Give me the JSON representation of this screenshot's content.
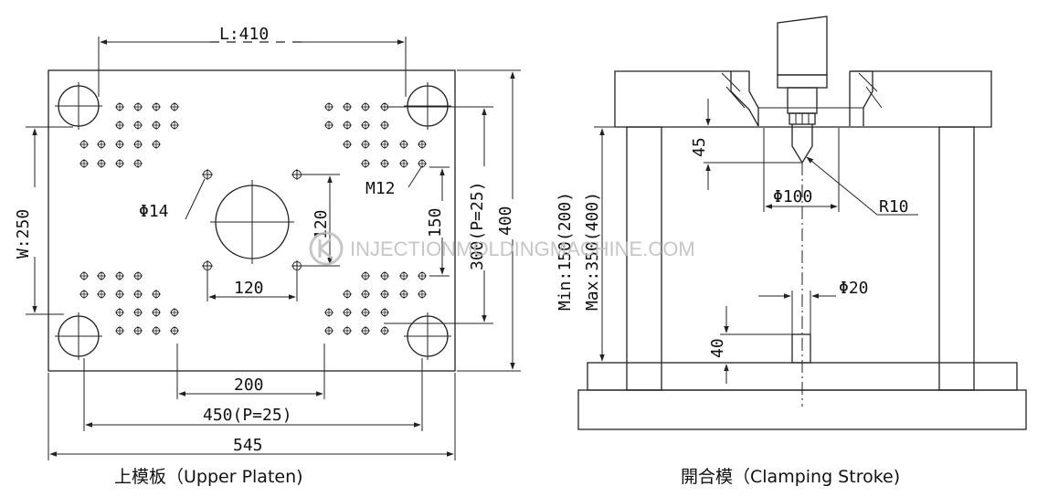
{
  "upper_platen": {
    "caption": "上模板（Upper Platen)",
    "tie_bar_distance_horizontal": "L:410",
    "tie_bar_distance_vertical": "W:250",
    "platen_width": "545",
    "platen_height": "400",
    "hole_pitch_horizontal": "450(P=25)",
    "hole_pitch_vertical": "300(P=25)",
    "inner_span_horizontal": "200",
    "inner_span_vertical": "150",
    "locating_ring_spacing_h": "120",
    "locating_ring_spacing_v": "120",
    "small_hole_diameter": "Φ14",
    "thread_size": "M12"
  },
  "clamping_stroke": {
    "caption": "開合模（Clamping Stroke)",
    "nozzle_depth": "45",
    "locating_ring_diameter": "Φ100",
    "nozzle_radius": "R10",
    "stroke_min": "Min:150(200)",
    "stroke_max": "Max:350(400)",
    "ejector_diameter": "Φ20",
    "ejector_height": "40"
  },
  "watermark": "INJECTIONMOLDINGMACHINE.COM"
}
